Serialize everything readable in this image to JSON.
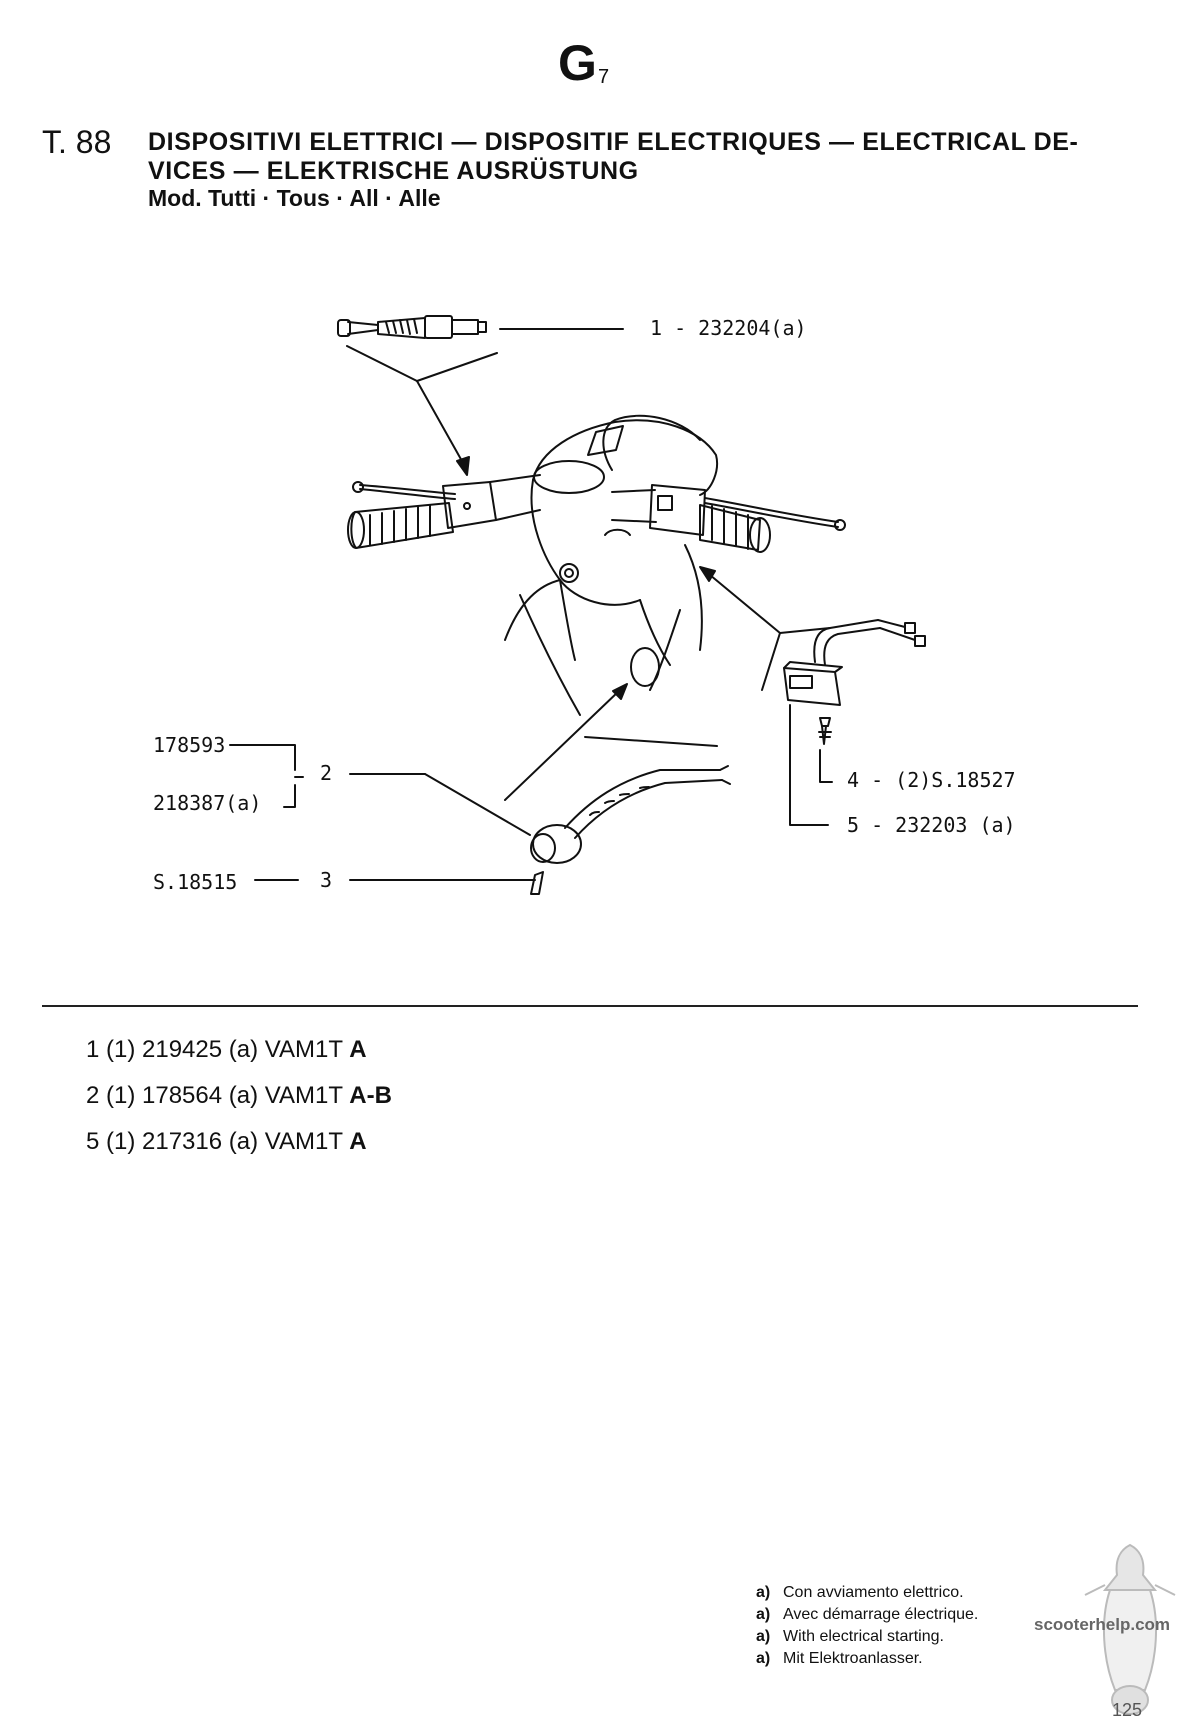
{
  "header": {
    "section_letter": "G",
    "section_sub": "7",
    "table_number": "T. 88",
    "title_line1": "DISPOSITIVI ELETTRICI — DISPOSITIF ELECTRIQUES — ELECTRICAL DE-",
    "title_line2": "VICES — ELEKTRISCHE AUSRÜSTUNG",
    "models": "Mod. Tutti · Tous · All · Alle"
  },
  "callouts": {
    "c1": "1 - 232204(a)",
    "c2_top": "178593",
    "c2_bottom": "218387(a)",
    "c2_num": "2",
    "c3_code": "S.18515",
    "c3_num": "3",
    "c4": "4 - (2)S.18527",
    "c5": "5 - 232203 (a)"
  },
  "references": [
    {
      "ref": "1 (1) 219425 (a) VAM1T",
      "variant": "A"
    },
    {
      "ref": "2 (1) 178564 (a) VAM1T",
      "variant": "A-B"
    },
    {
      "ref": "5 (1) 217316 (a) VAM1T",
      "variant": "A"
    }
  ],
  "footnotes": [
    {
      "key": "a)",
      "text": "Con avviamento elettrico."
    },
    {
      "key": "a)",
      "text": "Avec démarrage électrique."
    },
    {
      "key": "a)",
      "text": "With electrical starting."
    },
    {
      "key": "a)",
      "text": "Mit Elektroanlasser."
    }
  ],
  "watermark": "scooterhelp.com",
  "page_number": "125"
}
